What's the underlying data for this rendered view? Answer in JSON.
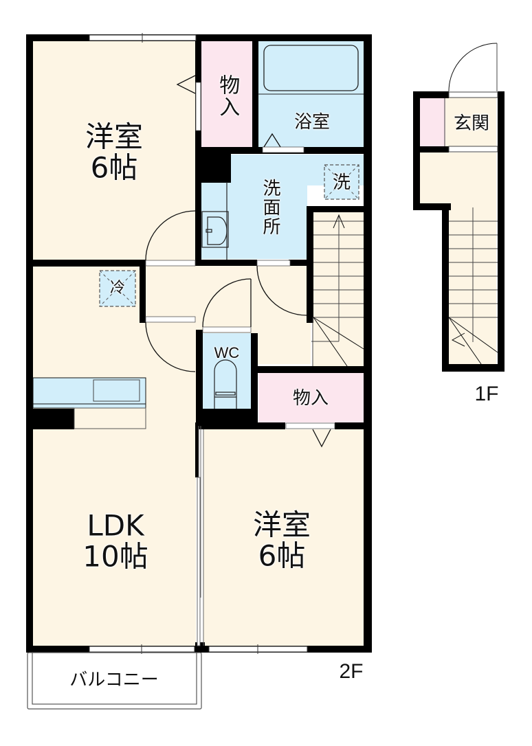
{
  "colors": {
    "room_floor": "#fdf5e4",
    "wet_area": "#d2eefa",
    "storage": "#fce6ee",
    "wall": "#000000",
    "window": "#ffffff"
  },
  "floors": {
    "upper": "2F",
    "lower": "1F"
  },
  "rooms": {
    "western_room_north": {
      "name": "洋室",
      "size": "6帖"
    },
    "storage_north": {
      "name": "物入"
    },
    "bathroom": {
      "name": "浴室"
    },
    "washroom": {
      "name": "洗面所"
    },
    "washer_space": {
      "name": "洗"
    },
    "refrigerator_space": {
      "name": "冷"
    },
    "toilet": {
      "name": "WC"
    },
    "storage_south": {
      "name": "物入"
    },
    "ldk": {
      "name": "LDK",
      "size": "10帖"
    },
    "western_room_south": {
      "name": "洋室",
      "size": "6帖"
    },
    "balcony": {
      "name": "バルコニー"
    },
    "entrance": {
      "name": "玄関"
    }
  }
}
